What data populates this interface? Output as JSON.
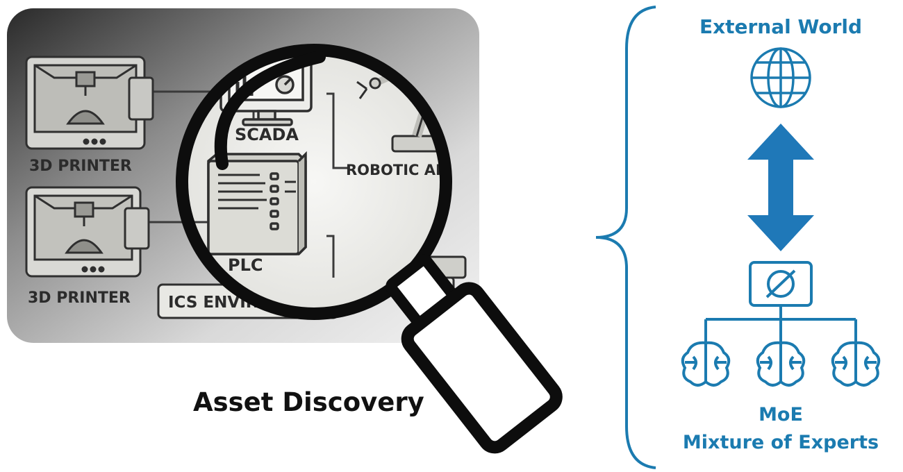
{
  "ics_panel": {
    "labels": {
      "printer_top": "3D PRINTER",
      "printer_bottom": "3D PRINTER",
      "scada": "SCADA",
      "plc": "PLC",
      "robotic_arm": "ROBOTIC ARM",
      "environment": "ICS ENVIRONMENT"
    }
  },
  "caption": "Asset Discovery",
  "right_panel": {
    "top_label": "External World",
    "bottom_label_line1": "MoE",
    "bottom_label_line2": "Mixture of Experts",
    "accent_color": "#1b7bb0",
    "arrow_color": "#1f78b8"
  },
  "icons": [
    "3d-printer-icon",
    "monitor-icon",
    "plc-cabinet-icon",
    "robotic-arm-icon",
    "magnifying-glass-icon",
    "globe-icon",
    "router-icon",
    "brain-icon"
  ]
}
